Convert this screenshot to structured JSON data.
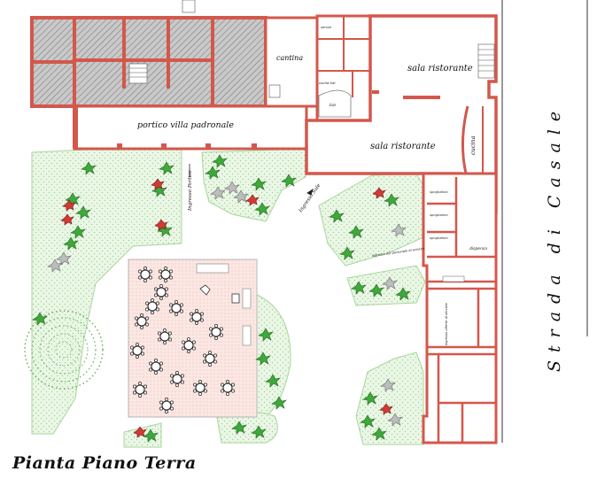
{
  "plan": {
    "title": "Pianta Piano Terra",
    "street": "Strada di Casale",
    "rooms": {
      "cantina": "cantina",
      "sala_ristorante_1": "sala ristorante",
      "sala_ristorante_2": "sala ristorante",
      "cucina": "cucina",
      "portico": "portico villa padronale",
      "dispensa": "dispensa",
      "bar": "bar",
      "uscita_bar": "uscita bar",
      "servizio": "servizi",
      "spogliatoio_1": "spogliatoio",
      "spogliatoio_2": "spogliatoio",
      "spogliatoio_3": "spogliatoio"
    },
    "entrances": {
      "portico": "Ingresso Portico",
      "sale": "Ingresso Sale",
      "personale": "ingresso del personale di servizio",
      "side": "ingresso offerte di servizio"
    }
  },
  "colors": {
    "wall": "#d4574b",
    "lawn": "#e8f5e2",
    "tables_area": "#fbe3df",
    "hatched": "#8e8e8e"
  }
}
